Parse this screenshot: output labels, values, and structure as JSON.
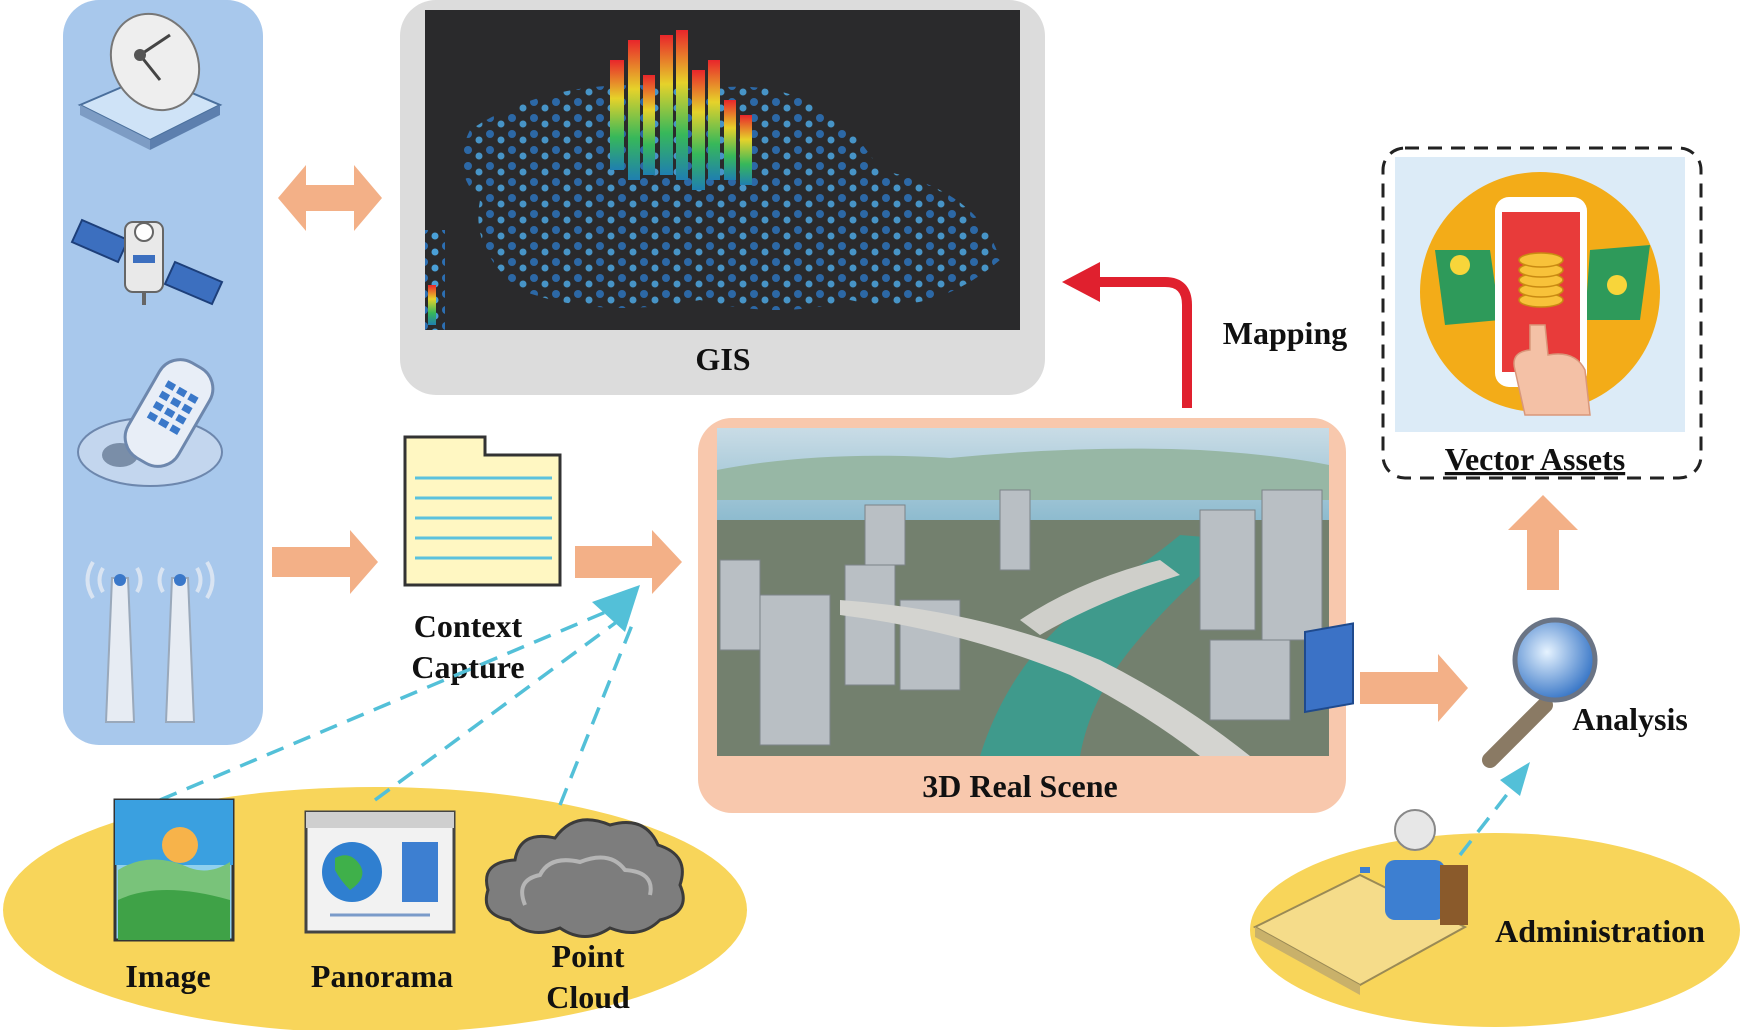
{
  "labels": {
    "gis": "GIS",
    "mapping": "Mapping",
    "vector_assets": "Vector Assets",
    "context_capture": [
      "Context",
      "Capture"
    ],
    "real_scene": "3D Real Scene",
    "analysis": "Analysis",
    "administration": "Administration",
    "image": "Image",
    "panorama": "Panorama",
    "point_cloud": [
      "Point",
      "Cloud"
    ]
  },
  "icons": {
    "sensors": [
      "satellite-dish-icon",
      "satellite-icon",
      "mobile-phone-icon",
      "antenna-tower-icon"
    ],
    "sources": [
      "image-icon",
      "panorama-icon",
      "point-cloud-icon"
    ],
    "document": "document-icon",
    "magnifier": "magnifier-icon",
    "admin": "administrator-workstation-icon",
    "gis_view": "gis-3d-map-picture",
    "city_view": "3d-city-scene-picture",
    "assets_view": "phone-coins-picture"
  },
  "colors": {
    "sensor_panel": "#a8c8ec",
    "orange_arrow": "#f3b087",
    "red_arrow": "#e0202e",
    "dashed_arrow": "#53c0d8",
    "yellow_ellipse": "#f8d55a",
    "scene_frame": "#f8c8ad",
    "gis_frame": "#dcdcdc"
  }
}
